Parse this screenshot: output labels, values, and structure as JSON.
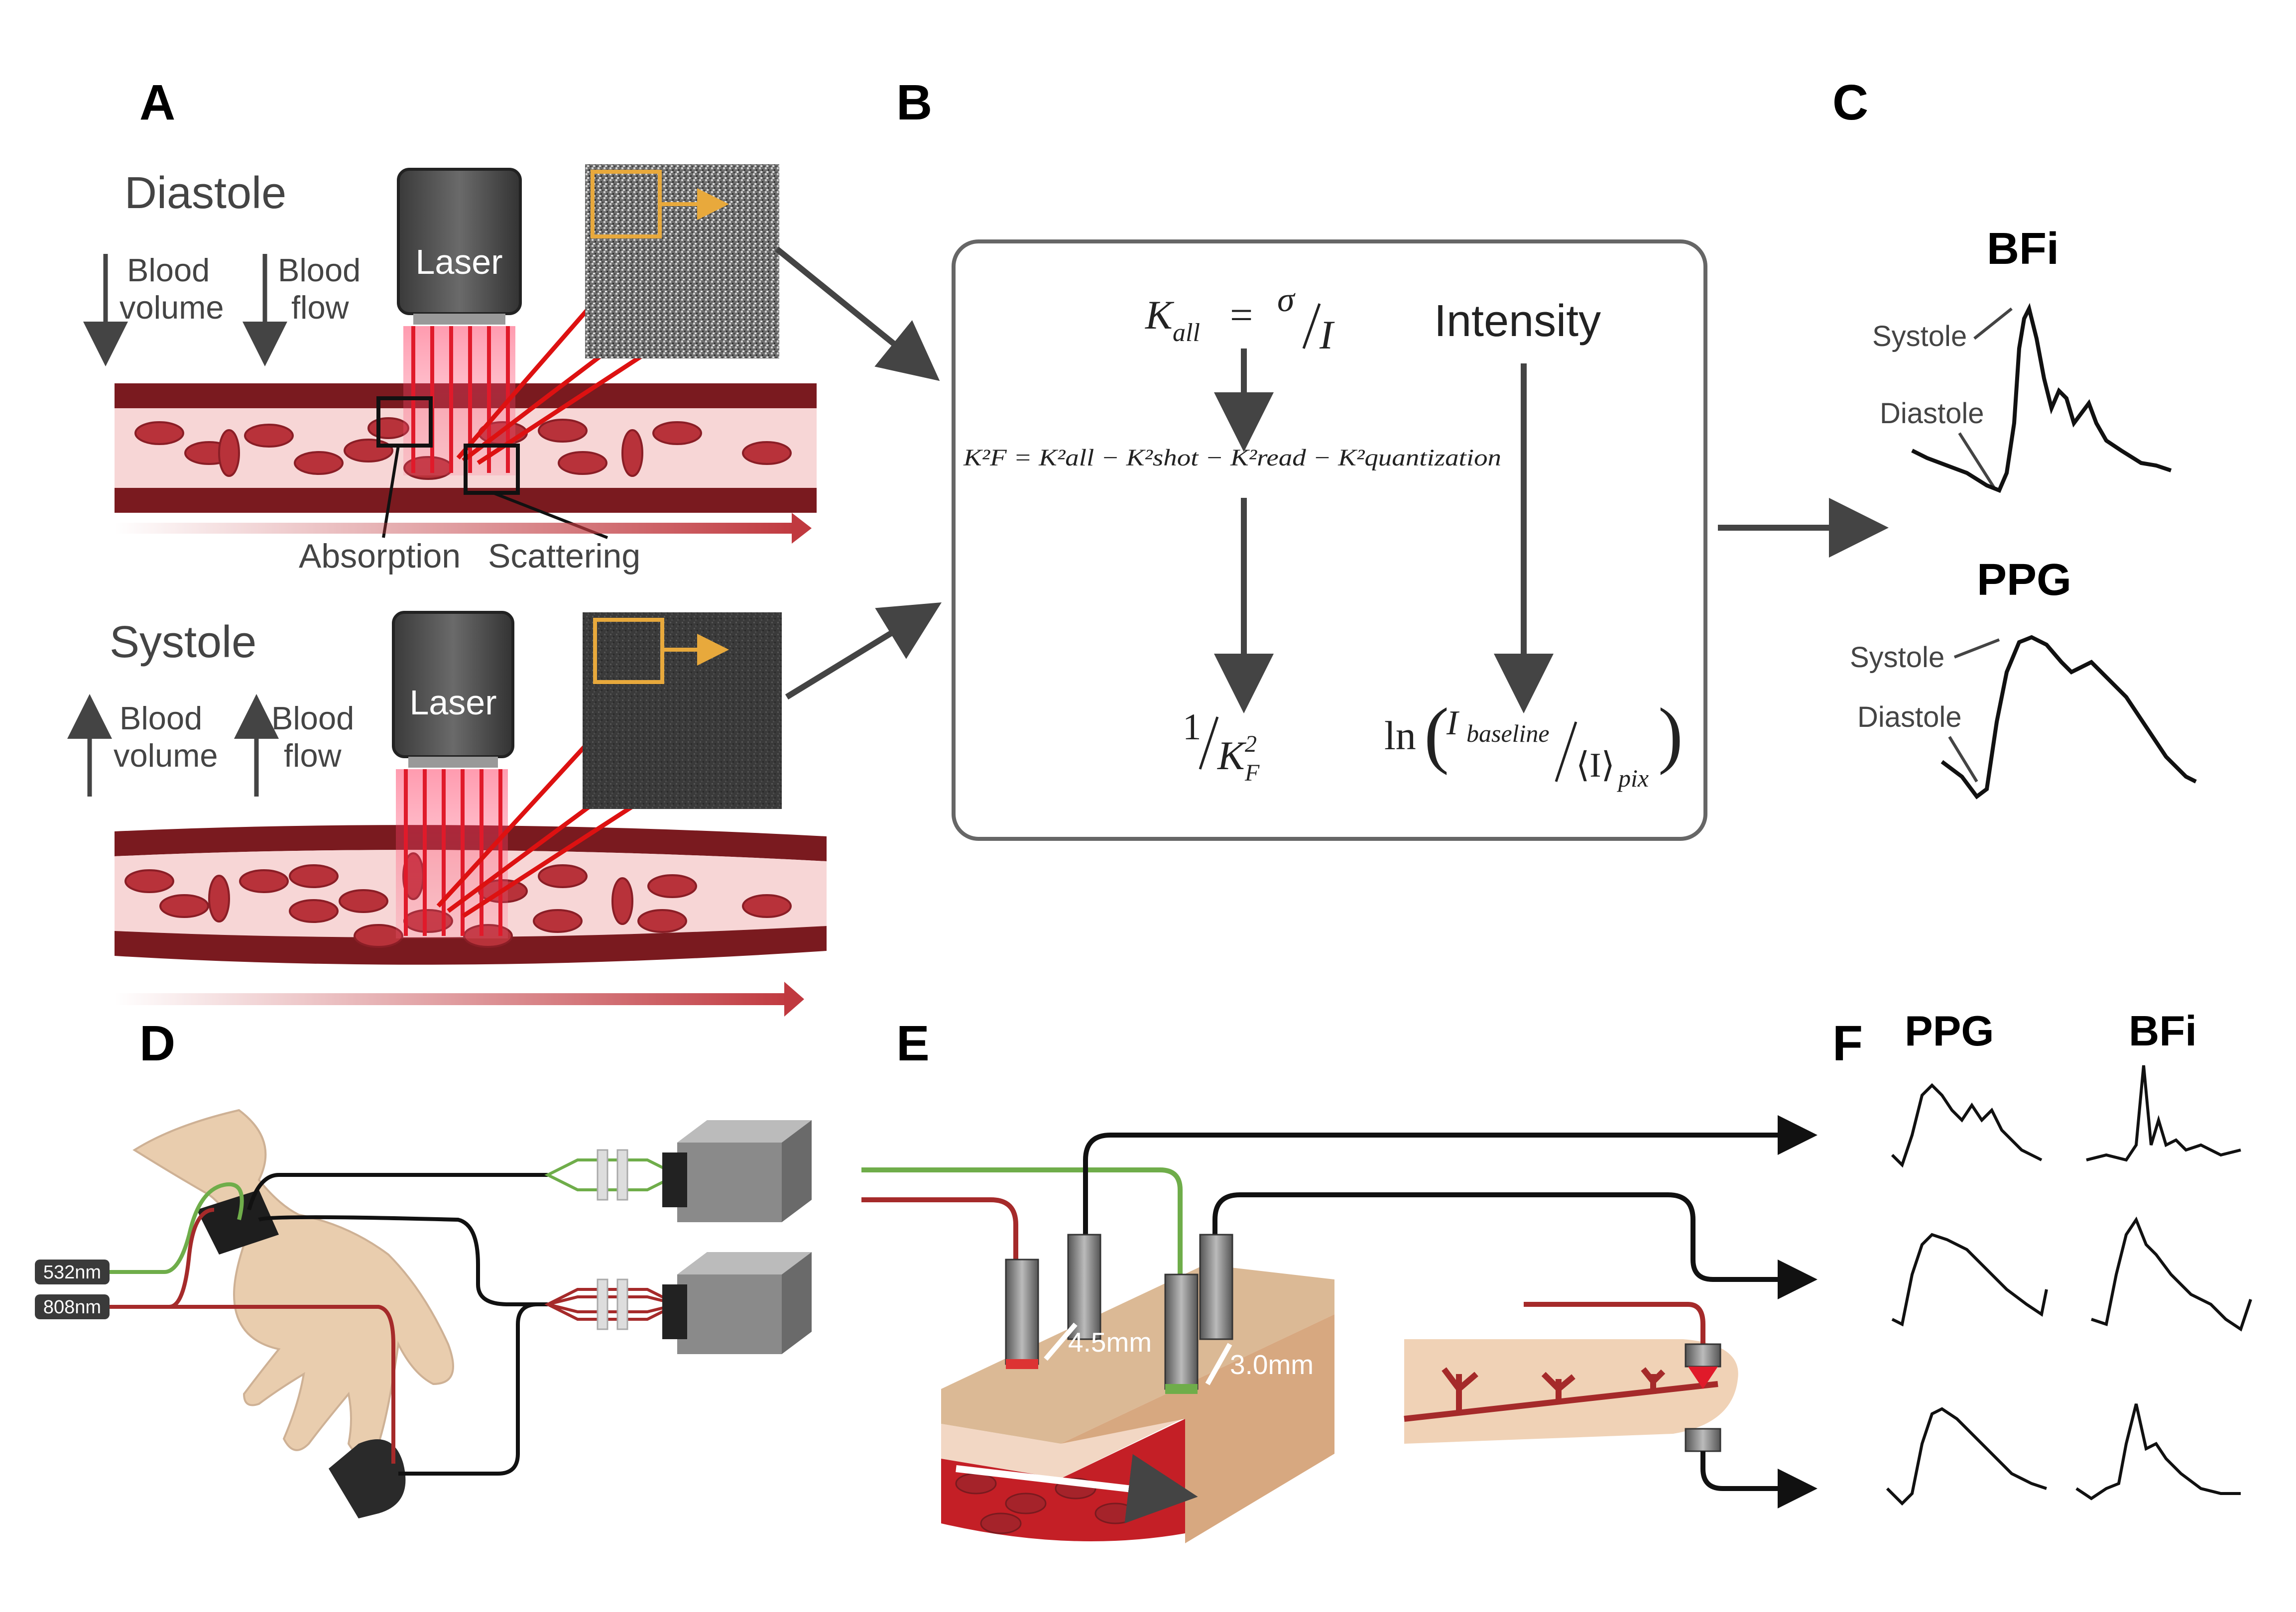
{
  "panels": {
    "a": "A",
    "b": "B",
    "c": "C",
    "d": "D",
    "e": "E",
    "f": "F"
  },
  "panel_a": {
    "diastole": "Diastole",
    "systole": "Systole",
    "blood_volume_1": "Blood",
    "blood_volume_2": "volume",
    "blood_flow_1": "Blood",
    "blood_flow_2": "flow",
    "laser": "Laser",
    "absorption": "Absorption",
    "scattering": "Scattering"
  },
  "panel_b": {
    "k_all_lhs": "K",
    "k_all_sub": "all",
    "eq": "=",
    "sigma": "σ",
    "over_i": "I",
    "intensity": "Intensity",
    "kf_eq": "K",
    "kf_main": "K²F = K²all − K²shot − K²read − K²quantization",
    "inv_kf_num": "1",
    "inv_kf_den": "K",
    "ln": "ln",
    "i_baseline": "I",
    "baseline_sub": "baseline",
    "i_pix": "⟨I⟩",
    "pix_sub": "pix"
  },
  "panel_c": {
    "bfi": "BFi",
    "ppg": "PPG",
    "systole": "Systole",
    "diastole": "Diastole"
  },
  "panel_d": {
    "wl_532": "532nm",
    "wl_808": "808nm"
  },
  "panel_e": {
    "dist_45": "4.5mm",
    "dist_30": "3.0mm"
  },
  "panel_f": {
    "ppg": "PPG",
    "bfi": "BFi"
  },
  "colors": {
    "vessel_dark": "#7a1a1f",
    "vessel_light": "#f7d6d6",
    "rbc": "#b8323a",
    "laser_red": "#e01a2a",
    "arrow_gray": "#444444",
    "camera_gray": "#8a8a8a",
    "orange": "#e8a93c",
    "green": "#6fad4a",
    "skin": "#e7c8a6"
  }
}
